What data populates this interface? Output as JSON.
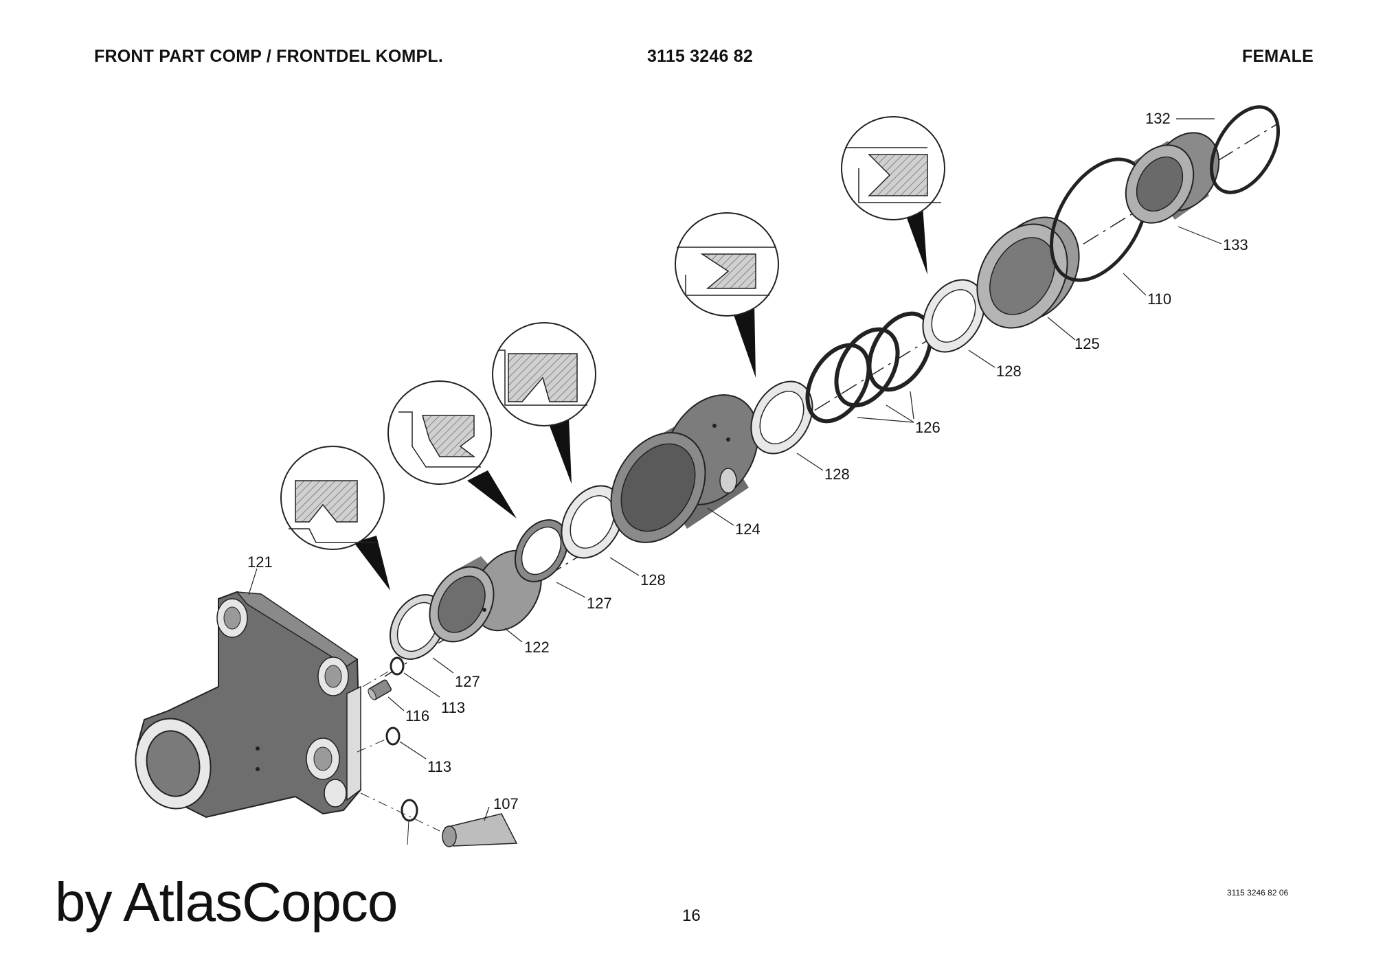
{
  "header": {
    "title": "FRONT PART COMP / FRONTDEL KOMPL.",
    "part_number": "3115 3246 82",
    "variant": "FEMALE"
  },
  "callouts": [
    "132",
    "133",
    "110",
    "125",
    "128",
    "126",
    "128",
    "124",
    "128",
    "127",
    "122",
    "127",
    "121",
    "113",
    "116",
    "113",
    "107"
  ],
  "footer": {
    "brand": "by AtlasCopco",
    "page_number": "16",
    "document_code": "3115 3246 82 06"
  }
}
